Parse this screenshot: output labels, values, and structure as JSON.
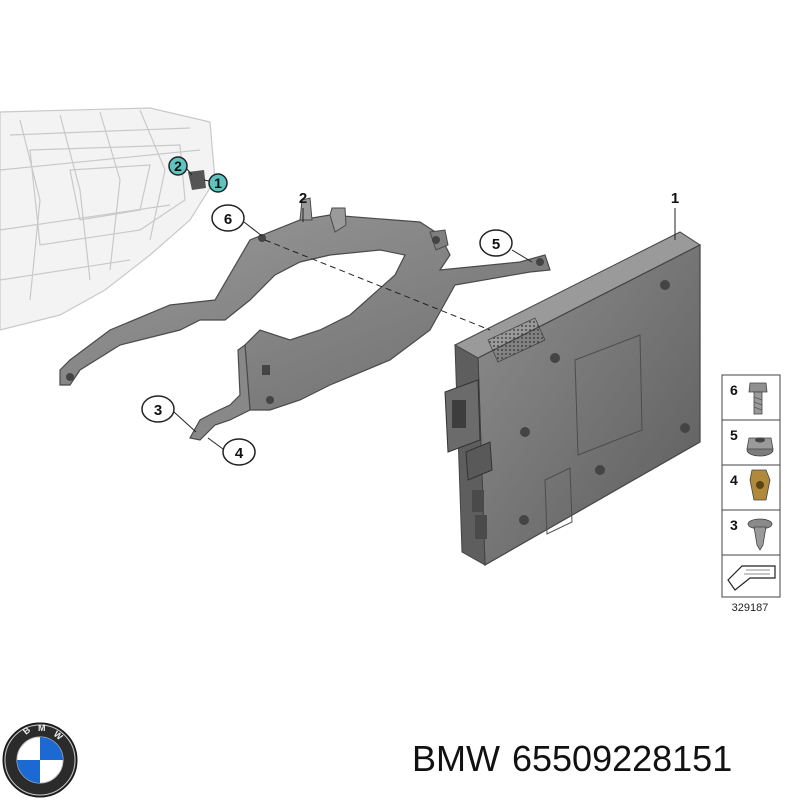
{
  "callouts": {
    "c1": "1",
    "c2": "2",
    "c3": "3",
    "c4": "4",
    "c5": "5",
    "c6": "6",
    "v1": "1",
    "v2": "2"
  },
  "legend": {
    "items": [
      "6",
      "5",
      "4",
      "3"
    ],
    "diagram_id": "329187"
  },
  "footer": {
    "brand": "BMW",
    "part_number": "65509228151"
  },
  "logo": {
    "text": "BMW"
  },
  "colors": {
    "accent_teal": "#5fc4c0",
    "logo_blue": "#1c69d4"
  }
}
